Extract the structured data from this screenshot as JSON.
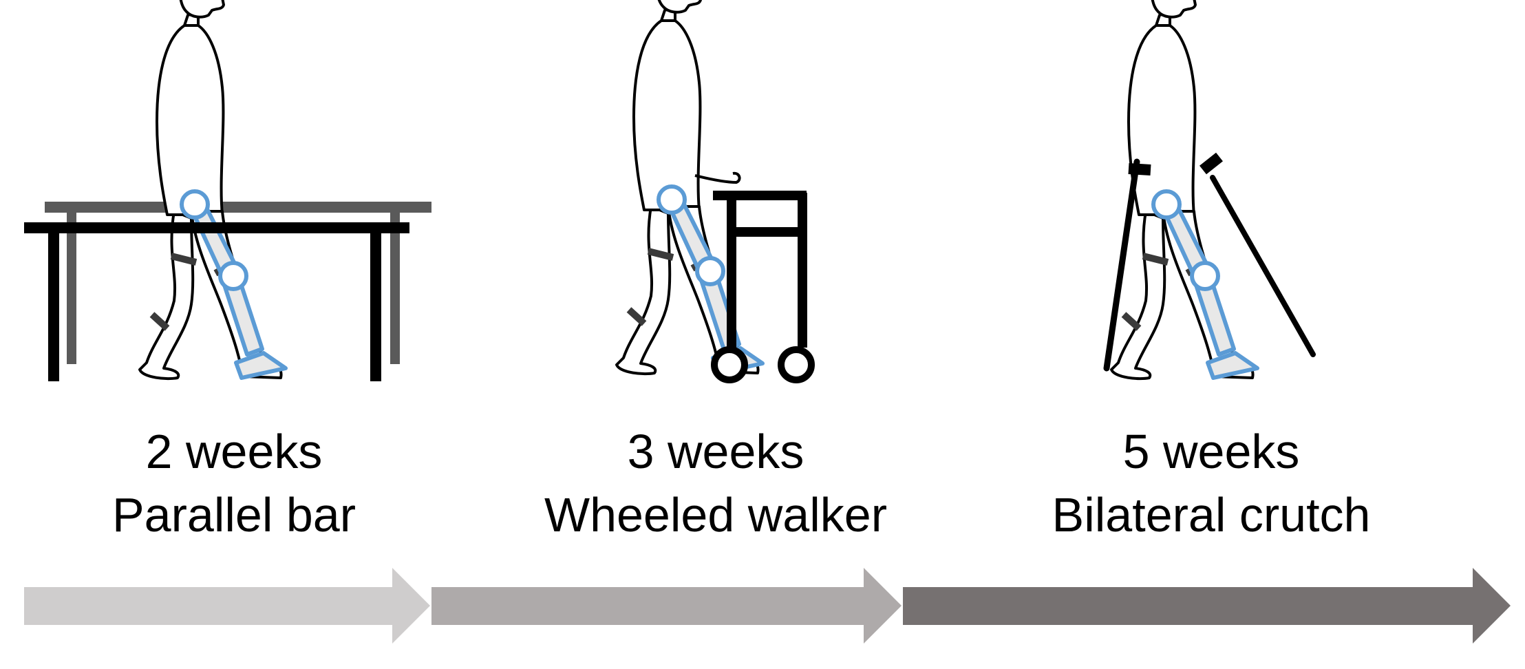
{
  "stages": [
    {
      "duration": "2 weeks",
      "aid": "Parallel bar"
    },
    {
      "duration": "3 weeks",
      "aid": "Wheeled walker"
    },
    {
      "duration": "5 weeks",
      "aid": "Bilateral crutch"
    }
  ],
  "colors": {
    "exoskeleton_outline": "#5b9bd5",
    "exoskeleton_fill": "#e8e8e8",
    "strap": "#3a3a3a",
    "rear_bar": "#5a5a5a",
    "arrow_1": "#cfcdcd",
    "arrow_2": "#aeaaaa",
    "arrow_3": "#767171"
  }
}
